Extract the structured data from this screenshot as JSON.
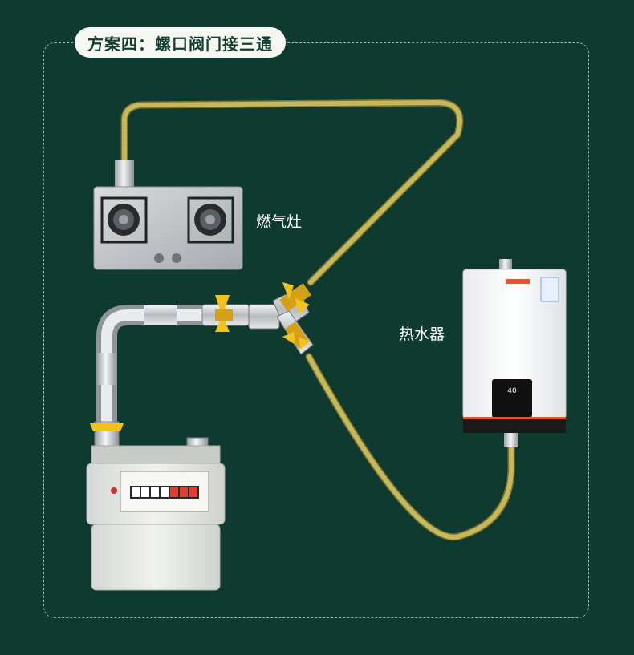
{
  "title": "方案四：螺口阀门接三通",
  "labels": {
    "stove": "燃气灶",
    "heater": "热水器"
  },
  "colors": {
    "background": "#0f3a2f",
    "hose": "#b9a94a",
    "valve_handle": "#f4c21c",
    "steel": "#c9ced3"
  }
}
